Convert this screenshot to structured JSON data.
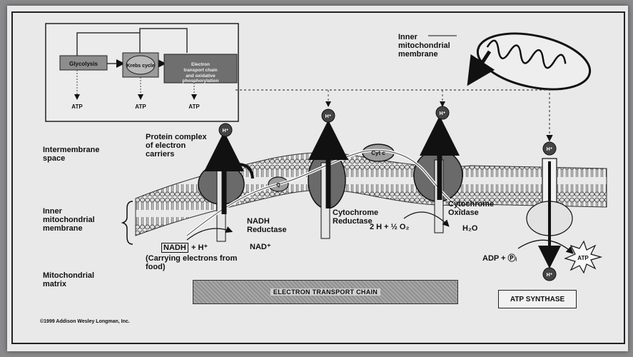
{
  "inset": {
    "boxes": [
      "Glycolysis",
      "Krebs cycle",
      "Electron transport chain and oxidative phosphorylation"
    ],
    "atp": [
      "ATP",
      "ATP",
      "ATP"
    ]
  },
  "labels": {
    "inner_membrane_top": "Inner mitochondrial membrane",
    "intermembrane_space": "Intermembrane space",
    "inner_membrane_left": "Inner mitochondrial membrane",
    "matrix": "Mitochondrial matrix",
    "protein_complex": "Protein complex of electron carriers",
    "nadh_reductase": "NADH Reductase",
    "cytochrome_reductase": "Cytochrome Reductase",
    "cytochrome_oxidase": "Cytochrome Oxidase",
    "cyt_c": "Cyt c",
    "q": "Q",
    "nadh": "NADH",
    "plus_h": "+ H⁺",
    "nad": "NAD⁺",
    "carrying": "(Carrying electrons from food)",
    "water_split": "2 H + ½ O₂",
    "water": "H₂O",
    "adp": "ADP + Ⓟᵢ",
    "atp_star": "ATP",
    "h_plus": "H⁺"
  },
  "footer": {
    "etc_banner": "ELECTRON TRANSPORT CHAIN",
    "atp_synthase": "ATP SYNTHASE",
    "copyright": "©1999 Addison Wesley Longman, Inc."
  }
}
